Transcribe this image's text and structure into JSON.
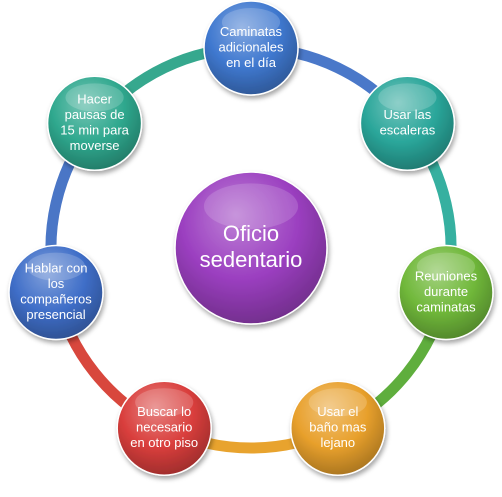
{
  "diagram": {
    "center": {
      "lines": [
        "Oficio",
        "sedentario"
      ],
      "color": "#9b3fc0"
    },
    "nodes": [
      {
        "lines": [
          "Caminatas",
          "adicionales",
          "en el día"
        ],
        "color": "#3f78cf"
      },
      {
        "lines": [
          "Usar las",
          "escaleras"
        ],
        "color": "#2aa69a"
      },
      {
        "lines": [
          "Reuniones",
          "durante",
          "caminatas"
        ],
        "color": "#70b83a"
      },
      {
        "lines": [
          "Usar el",
          "baño mas",
          "lejano"
        ],
        "color": "#e8a02c"
      },
      {
        "lines": [
          "Buscar lo",
          "necesario",
          "en otro piso"
        ],
        "color": "#d93e3c"
      },
      {
        "lines": [
          "Hablar con",
          "los",
          "compañeros",
          "presencial"
        ],
        "color": "#3f6ec8"
      },
      {
        "lines": [
          "Hacer",
          "pausas de",
          "15 min para",
          "moverse"
        ],
        "color": "#2fa88e"
      }
    ],
    "connectors": [
      {
        "color": "#4a78c9"
      },
      {
        "color": "#36b0a0"
      },
      {
        "color": "#5fae3d"
      },
      {
        "color": "#e8a32e"
      },
      {
        "color": "#d8473d"
      },
      {
        "color": "#4a76c6"
      },
      {
        "color": "#36a88e"
      }
    ]
  }
}
